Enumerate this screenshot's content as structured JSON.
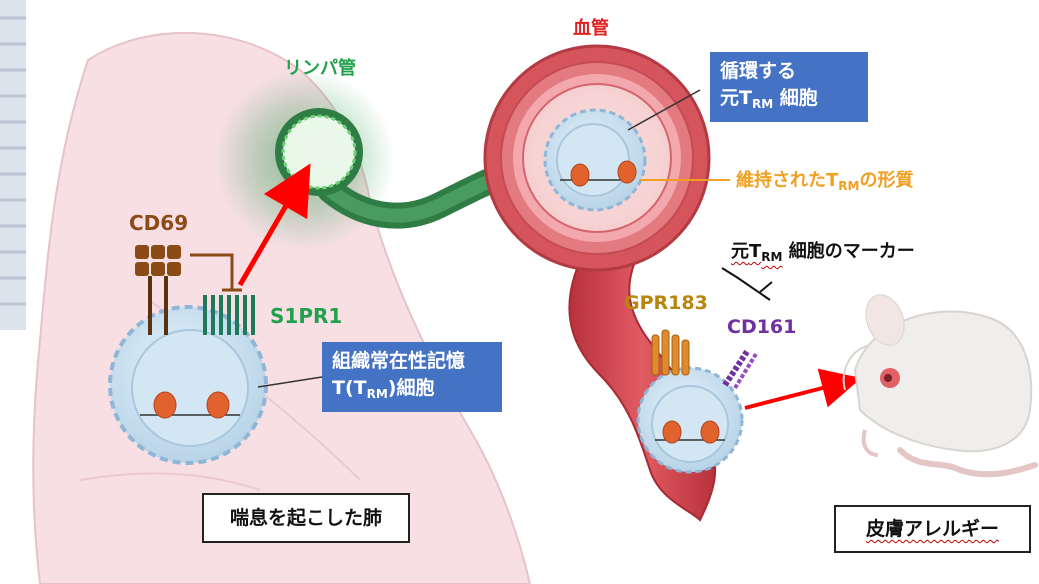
{
  "labels": {
    "lymph_vessel": "リンパ管",
    "blood_vessel": "血管",
    "cd69": "CD69",
    "s1pr1": "S1PR1",
    "gpr183": "GPR183",
    "cd161": "CD161",
    "maintained_trm_prefix": "維持された",
    "maintained_trm_T": "T",
    "maintained_trm_sub": "RM",
    "maintained_trm_suffix": "の形質",
    "marker_prefix": "元",
    "marker_T": "T",
    "marker_sub": "RM",
    "marker_suffix": " 細胞のマーカー"
  },
  "boxes": {
    "circulating_line1": "循環する",
    "circulating_line2_prefix": "元T",
    "circulating_line2_sub": "RM",
    "circulating_line2_suffix": " 細胞",
    "trm_line1": "組織常在性記憶",
    "trm_line2_prefix": "T(T",
    "trm_line2_sub": "RM",
    "trm_line2_suffix": ")細胞"
  },
  "captions": {
    "asthma_lung": "喘息を起こした肺",
    "skin_allergy": "皮膚アレルギー"
  },
  "colors": {
    "lymph_green": "#21a14b",
    "vessel_red": "#d6545c",
    "cd69_brown": "#8b4a16",
    "s1pr1_teal": "#1e7a5a",
    "gpr183_gold": "#b8860b",
    "cd161_purple": "#7030a0",
    "orange": "#f0a020",
    "box_blue": "#4472c4",
    "arrow_red": "#ff0000"
  }
}
